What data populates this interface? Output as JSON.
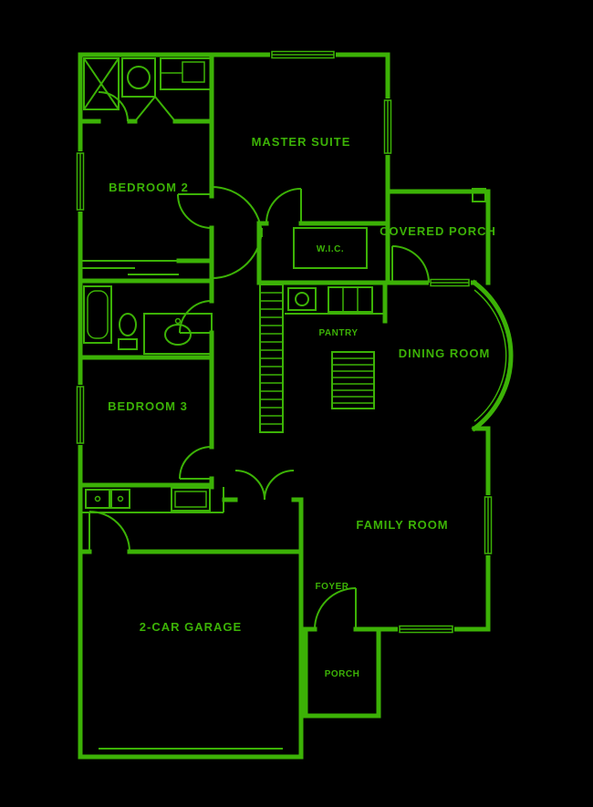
{
  "colors": {
    "background": "#000000",
    "line": "#3cb206"
  },
  "labels": {
    "master_suite": "MASTER SUITE",
    "bedroom_2": "BEDROOM 2",
    "covered_porch": "COVERED PORCH",
    "wic": "W.I.C.",
    "pantry": "PANTRY",
    "dining_room": "DINING ROOM",
    "bedroom_3": "BEDROOM 3",
    "family_room": "FAMILY ROOM",
    "foyer": "FOYER",
    "garage": "2-CAR GARAGE",
    "porch": "PORCH"
  }
}
